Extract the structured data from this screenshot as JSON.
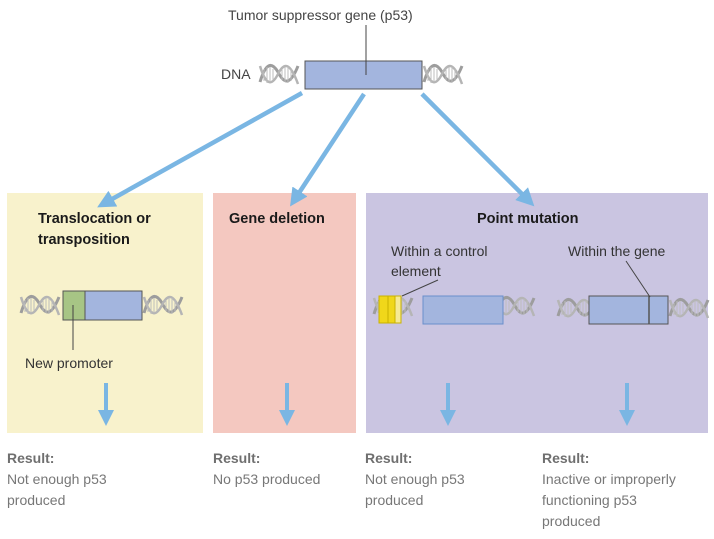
{
  "top": {
    "gene_label": "Tumor suppressor gene (p53)",
    "dna_label": "DNA"
  },
  "panels": [
    {
      "title_line1": "Translocation or",
      "title_line2": "transposition",
      "sub_label": "New promoter",
      "result_heading": "Result:",
      "result_text_lines": [
        "Not enough p53",
        "produced"
      ]
    },
    {
      "title_line1": "Gene deletion",
      "result_heading": "Result:",
      "result_text_lines": [
        "No p53 produced"
      ]
    },
    {
      "title_line1": "Point mutation",
      "subcases": [
        {
          "label_lines": [
            "Within a control",
            "element"
          ],
          "result_heading": "Result:",
          "result_text_lines": [
            "Not enough p53",
            "produced"
          ]
        },
        {
          "label_lines": [
            "Within the gene"
          ],
          "result_heading": "Result:",
          "result_text_lines": [
            "Inactive or improperly",
            "functioning p53",
            "produced"
          ]
        }
      ]
    }
  ],
  "colors": {
    "gene_blue": "#a3b5de",
    "arrow_blue": "#7ab6e3",
    "promoter_green": "#a7c585",
    "control_yellow": "#f0d71a",
    "panel_yellow": "#f8f2cc",
    "panel_pink": "#f4c8c0",
    "panel_purple": "#cac5e1",
    "dna_gray": "#9d9d9d"
  }
}
